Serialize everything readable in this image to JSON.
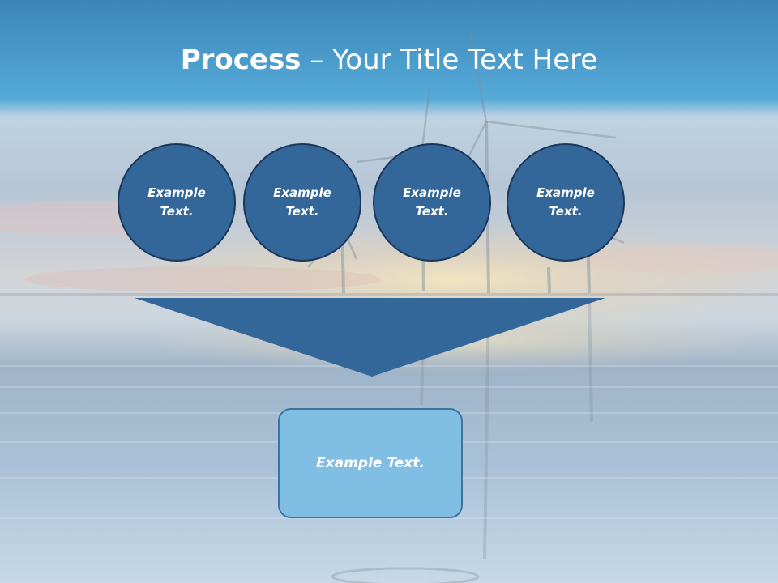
{
  "slide": {
    "title_bold": "Process",
    "title_rest": " – Your Title Text Here",
    "circles": [
      {
        "label": "Example Text."
      },
      {
        "label": "Example Text."
      },
      {
        "label": "Example Text."
      },
      {
        "label": "Example Text."
      }
    ],
    "result_box": {
      "label": "Example Text."
    }
  },
  "colors": {
    "circle_fill": "#336699",
    "circle_border": "#1b3657",
    "funnel_fill": "#336699",
    "box_fill": "#80bfe3",
    "header_band": "#4a9ccb"
  }
}
